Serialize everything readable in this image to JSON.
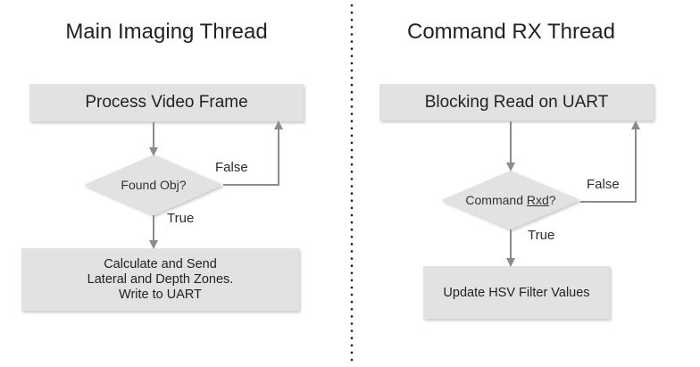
{
  "titles": {
    "left": "Main Imaging Thread",
    "right": "Command RX Thread"
  },
  "left_flow": {
    "process_box": "Process Video Frame",
    "decision": "Found Obj?",
    "false_label": "False",
    "true_label": "True",
    "result_box": "Calculate and Send\nLateral and Depth Zones.\nWrite to UART"
  },
  "right_flow": {
    "process_box": "Blocking Read on UART",
    "decision_prefix": "Command ",
    "decision_underlined": "Rxd",
    "decision_suffix": "?",
    "false_label": "False",
    "true_label": "True",
    "result_box": "Update HSV Filter Values"
  },
  "colors": {
    "box_fill": "#e2e2e2",
    "connector": "#8c8c8c",
    "divider": "#222222"
  }
}
